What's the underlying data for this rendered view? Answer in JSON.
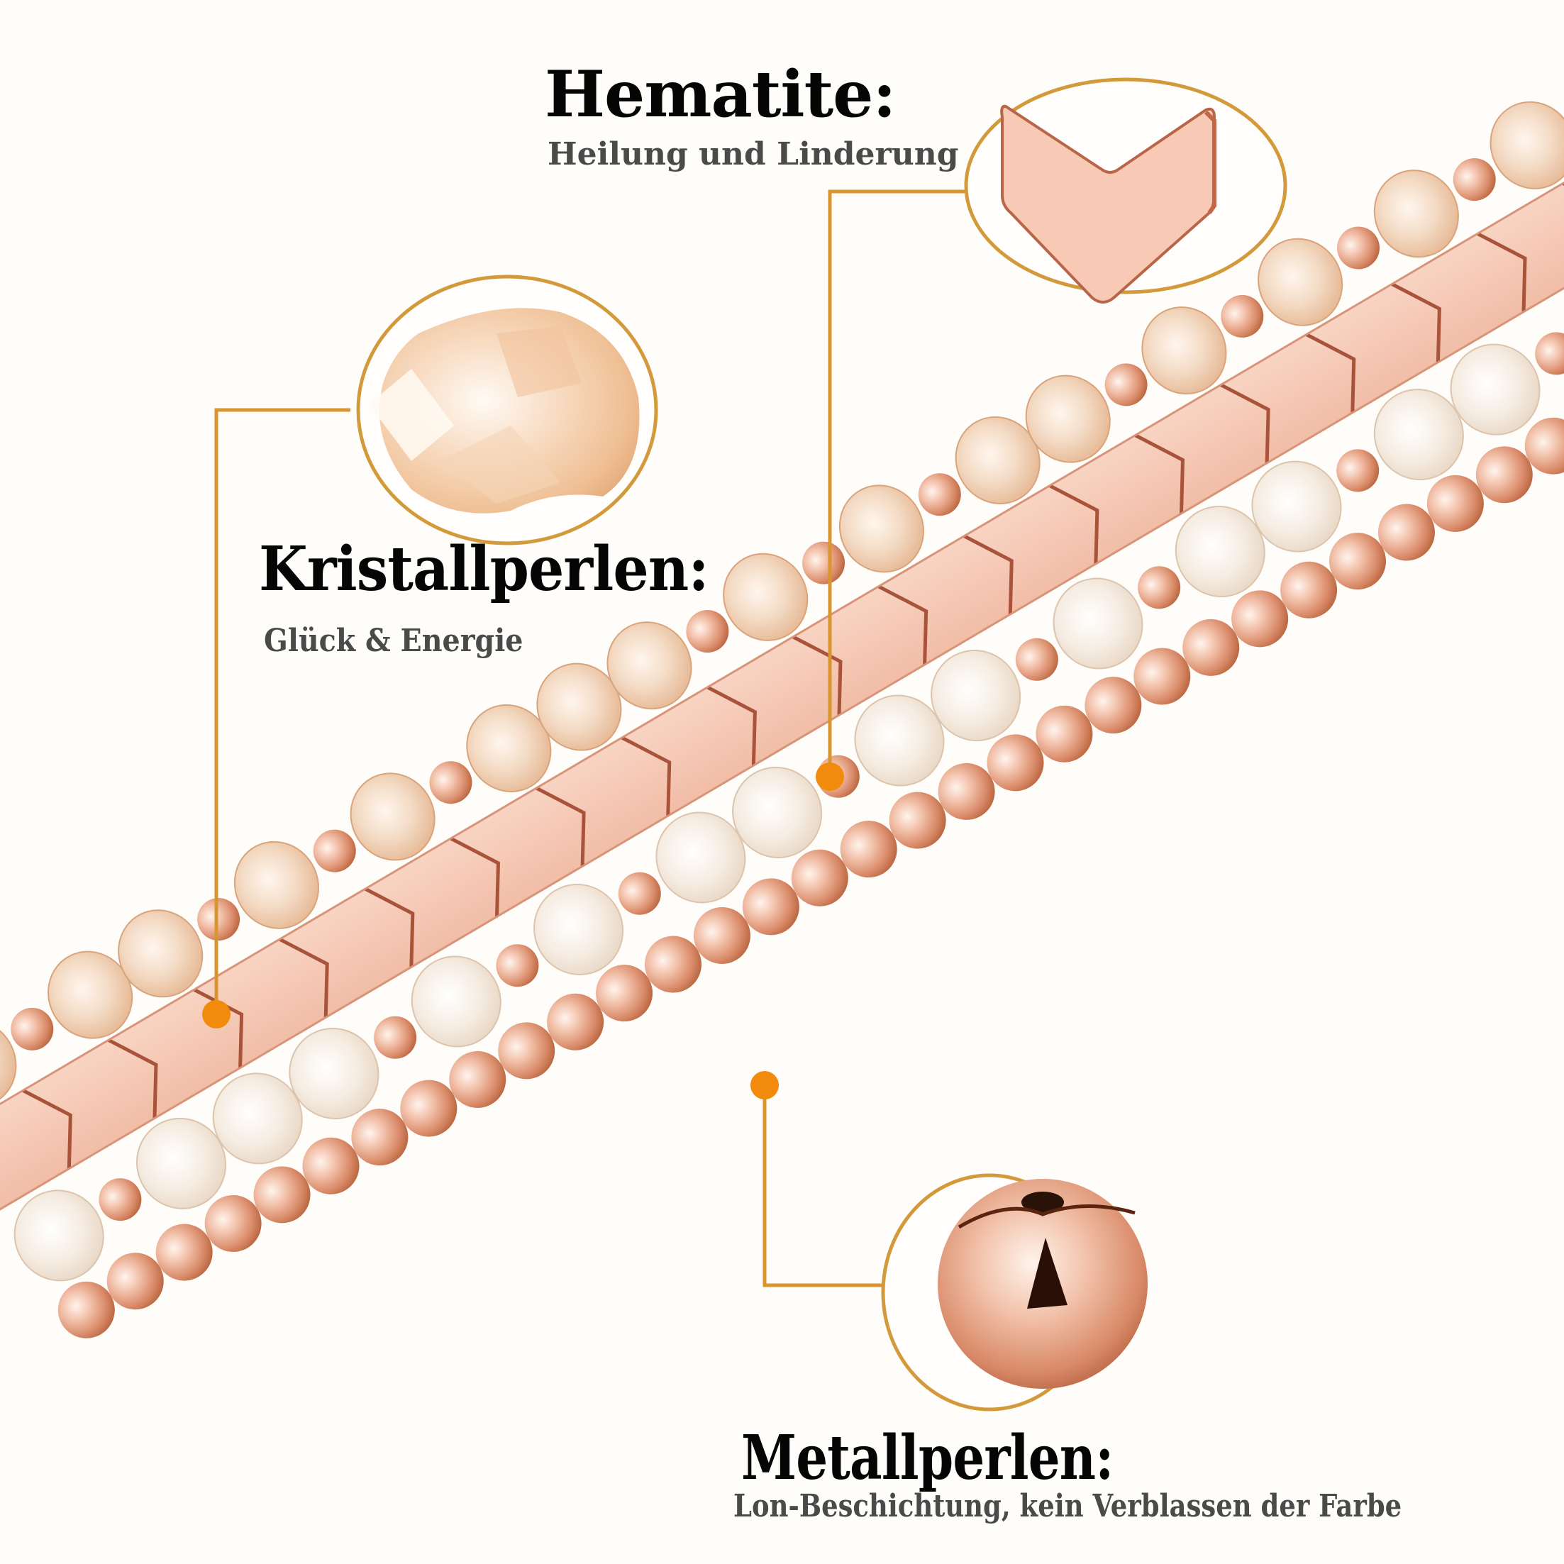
{
  "callouts": {
    "hematite": {
      "title": "Hematite:",
      "subtitle": "Heilung und Linderung",
      "icon": "chevron-hematite-bead-icon"
    },
    "crystal": {
      "title": "Kristallperlen:",
      "subtitle": "Glück & Energie",
      "icon": "faceted-crystal-bead-icon"
    },
    "metal": {
      "title": "Metallperlen:",
      "subtitle": "Lon-Beschichtung, kein Verblassen der Farbe",
      "icon": "metal-sphere-bead-icon"
    }
  },
  "colors": {
    "background": "#fffdfa",
    "callout_line": "#d9952e",
    "callout_dot": "#f28a0c",
    "rose_gold": "#e9a88a",
    "hematite_face": "#f6c7b4",
    "crystal_peach": "#f1d2b6",
    "crystal_white": "#f3e7da",
    "title_text": "#050505",
    "subtitle_text": "#4a4a4a"
  },
  "strands": [
    {
      "name": "peach-crystal-strand",
      "bead_types": [
        "faceted crystal",
        "rose gold spacer"
      ]
    },
    {
      "name": "hematite-chevron-strand",
      "bead_types": [
        "hematite chevron"
      ]
    },
    {
      "name": "white-crystal-strand",
      "bead_types": [
        "faceted crystal",
        "rose gold spacer"
      ]
    },
    {
      "name": "metal-bead-strand",
      "bead_types": [
        "rose gold metal bead"
      ]
    }
  ]
}
